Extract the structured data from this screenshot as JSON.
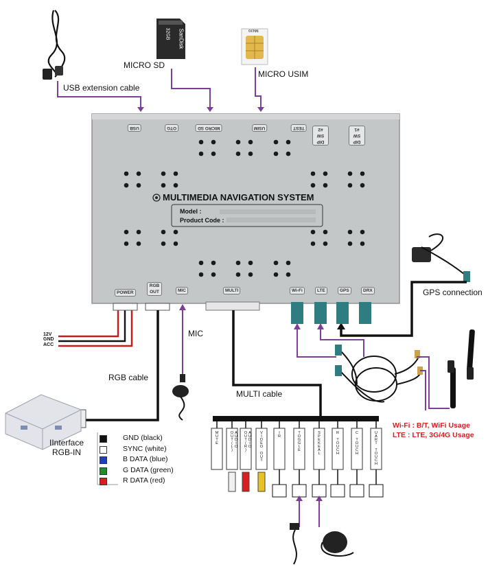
{
  "unit": {
    "title": "MULTIMEDIA NAVIGATION SYSTEM",
    "model_label": "Model :",
    "product_code_label": "Product Code :",
    "top_ports": [
      "USB",
      "OTG",
      "MICRO SD",
      "USIM",
      "TEST",
      "DIP SW #2",
      "DIP SW #1"
    ],
    "bottom_ports": [
      "POWER",
      "RGB OUT",
      "MIC",
      "MULTI",
      "Wi-Fi",
      "LTE",
      "GPS",
      "DRX"
    ]
  },
  "callouts": {
    "usb_extension": "USB extension cable",
    "micro_sd": "MICRO SD",
    "micro_usim": "MICRO  USIM",
    "gps_connection": "GPS connection",
    "mic": "MIC",
    "rgb_cable": "RGB cable",
    "multi_cable": "MULTI cable",
    "interface": "IInterface\nRGB-IN"
  },
  "sd_card": {
    "brand": "SanDisk",
    "capacity": "32GB"
  },
  "usim_card": {
    "label": "Micro"
  },
  "power_wires": [
    "12V",
    "GND",
    "ACC"
  ],
  "rgb_legend": [
    {
      "label": "GND (black)",
      "color": "#111111"
    },
    {
      "label": "SYNC (white)",
      "color": "#ffffff"
    },
    {
      "label": "B DATA (blue)",
      "color": "#1f3fb8"
    },
    {
      "label": "G DATA (green)",
      "color": "#1f8a2e"
    },
    {
      "label": "R DATA (red)",
      "color": "#d62020"
    }
  ],
  "antenna_usage": {
    "wifi": "Wi-Fi : B/T, WiFi Usage",
    "lte": "LTE : LTE, 3G/4G Usage"
  },
  "multi_connectors": [
    "MUTE",
    "AUDIO OUT(L)",
    "AUDIO OUT(R)",
    "VIDEO OUT",
    "IR",
    "TOGGLE",
    "SPEKEAL",
    "R TOUCH",
    "C TOUCH",
    "UART TOUCH"
  ],
  "colors": {
    "purple_line": "#7b3f96",
    "unit_body": "#c4c7c8",
    "antenna_connector": "#2f7d80",
    "warning_red": "#d81d1d"
  }
}
